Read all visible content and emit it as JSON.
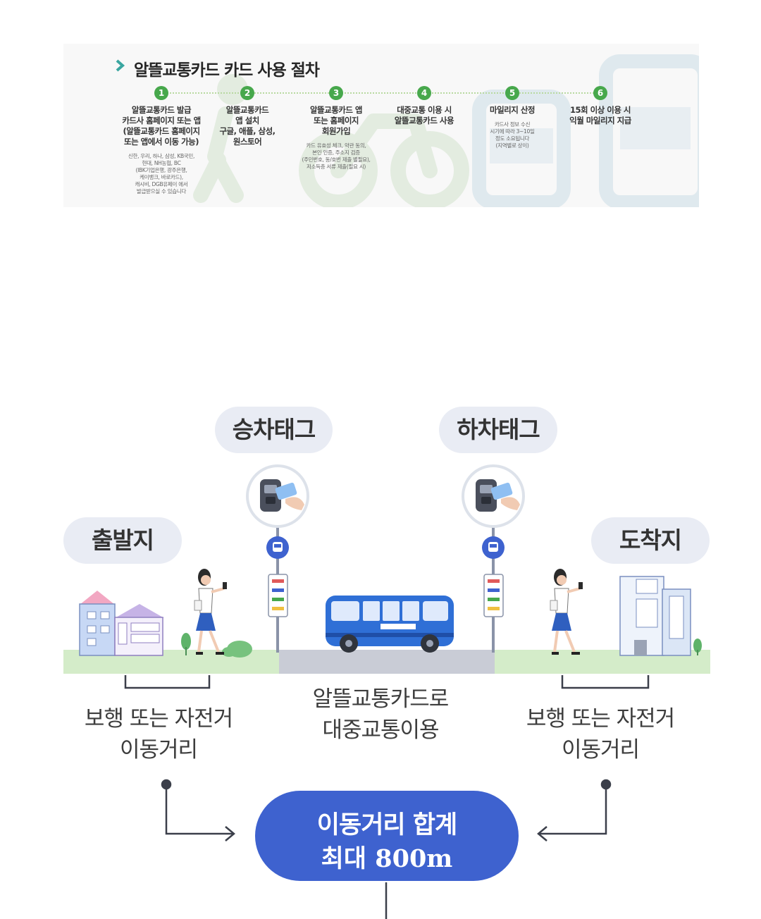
{
  "banner": {
    "title": "알뜰교통카드 카드 사용 절차",
    "steps": [
      {
        "num": "1",
        "title": "알뜰교통카드 발급\n카드사 홈페이지 또는 앱\n(알뜰교통카드 홈페이지\n또는 앱에서 이동 가능)",
        "desc": "신한, 우리, 하나, 삼성, KB국민,\n현대, NH농협, BC\n(IBK기업은행, 광주은행,\n케이뱅크, 바로카드),\n캐시비, DGB유페이 에서\n발급받으실 수 있습니다"
      },
      {
        "num": "2",
        "title": "알뜰교통카드\n앱 설치\n구글, 애플, 삼성,\n원스토어",
        "desc": ""
      },
      {
        "num": "3",
        "title": "알뜰교통카드 앱\n또는 홈페이지\n회원가입",
        "desc": "카드 유효성 체크, 약관 동의,\n본인 인증, 주소지 검증\n(주민번호, 동/호번 제출 별필요),\n저소득층 서류 제출(필요 시)"
      },
      {
        "num": "4",
        "title": "대중교통 이용 시\n알뜰교통카드 사용",
        "desc": ""
      },
      {
        "num": "5",
        "title": "마일리지 산정",
        "desc": "카드사 정보 수신\n시기에 따라 3~10일\n정도 소요됩니다\n(지역별로 상이)"
      },
      {
        "num": "6",
        "title": "15회 이상 이용 시\n익월 마일리지 지급",
        "desc": ""
      }
    ]
  },
  "diagram": {
    "boarding_tag": "승차태그",
    "alighting_tag": "하차태그",
    "origin": "출발지",
    "destination": "도착지",
    "walk_left": "보행 또는 자전거\n이동거리",
    "transit": "알뜰교통카드로\n대중교통이용",
    "walk_right": "보행 또는 자전거\n이동거리",
    "total_line1": "이동거리 합계",
    "total_line2": "최대 800m"
  },
  "colors": {
    "ground_green": "#d4ecc9",
    "road_gray": "#c9ccd6",
    "pill_bg": "#e9ecf4",
    "total_blue": "#3e62cf",
    "bus_blue": "#2f6fd6",
    "step_green": "#47a84c"
  }
}
